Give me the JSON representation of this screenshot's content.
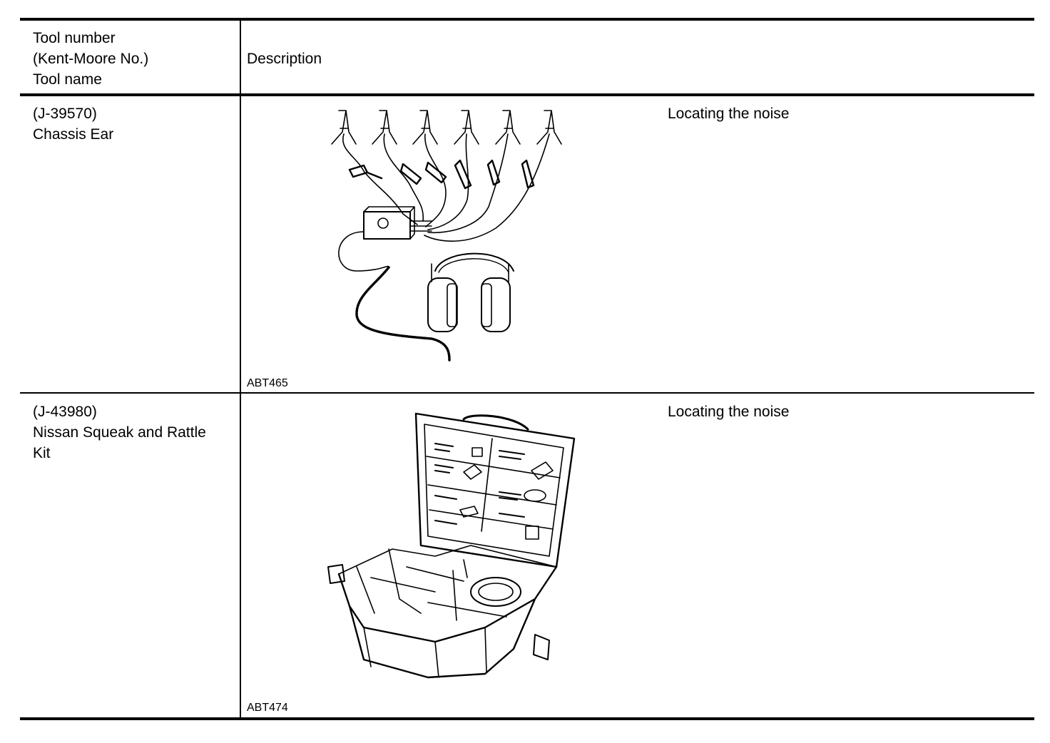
{
  "header": {
    "col1": [
      "Tool number",
      "(Kent-Moore No.)",
      "Tool name"
    ],
    "col2": "Description"
  },
  "rows": [
    {
      "tool_number": "(J-39570)",
      "tool_name": "Chassis Ear",
      "description": "Locating the noise",
      "figure_code": "ABT465",
      "figure_icon": "chassis-ear-headphones-clamps"
    },
    {
      "tool_number": "(J-43980)",
      "tool_name_lines": [
        "Nissan Squeak and Rattle",
        "Kit"
      ],
      "description": "Locating the noise",
      "figure_code": "ABT474",
      "figure_icon": "open-toolbox-case"
    }
  ]
}
